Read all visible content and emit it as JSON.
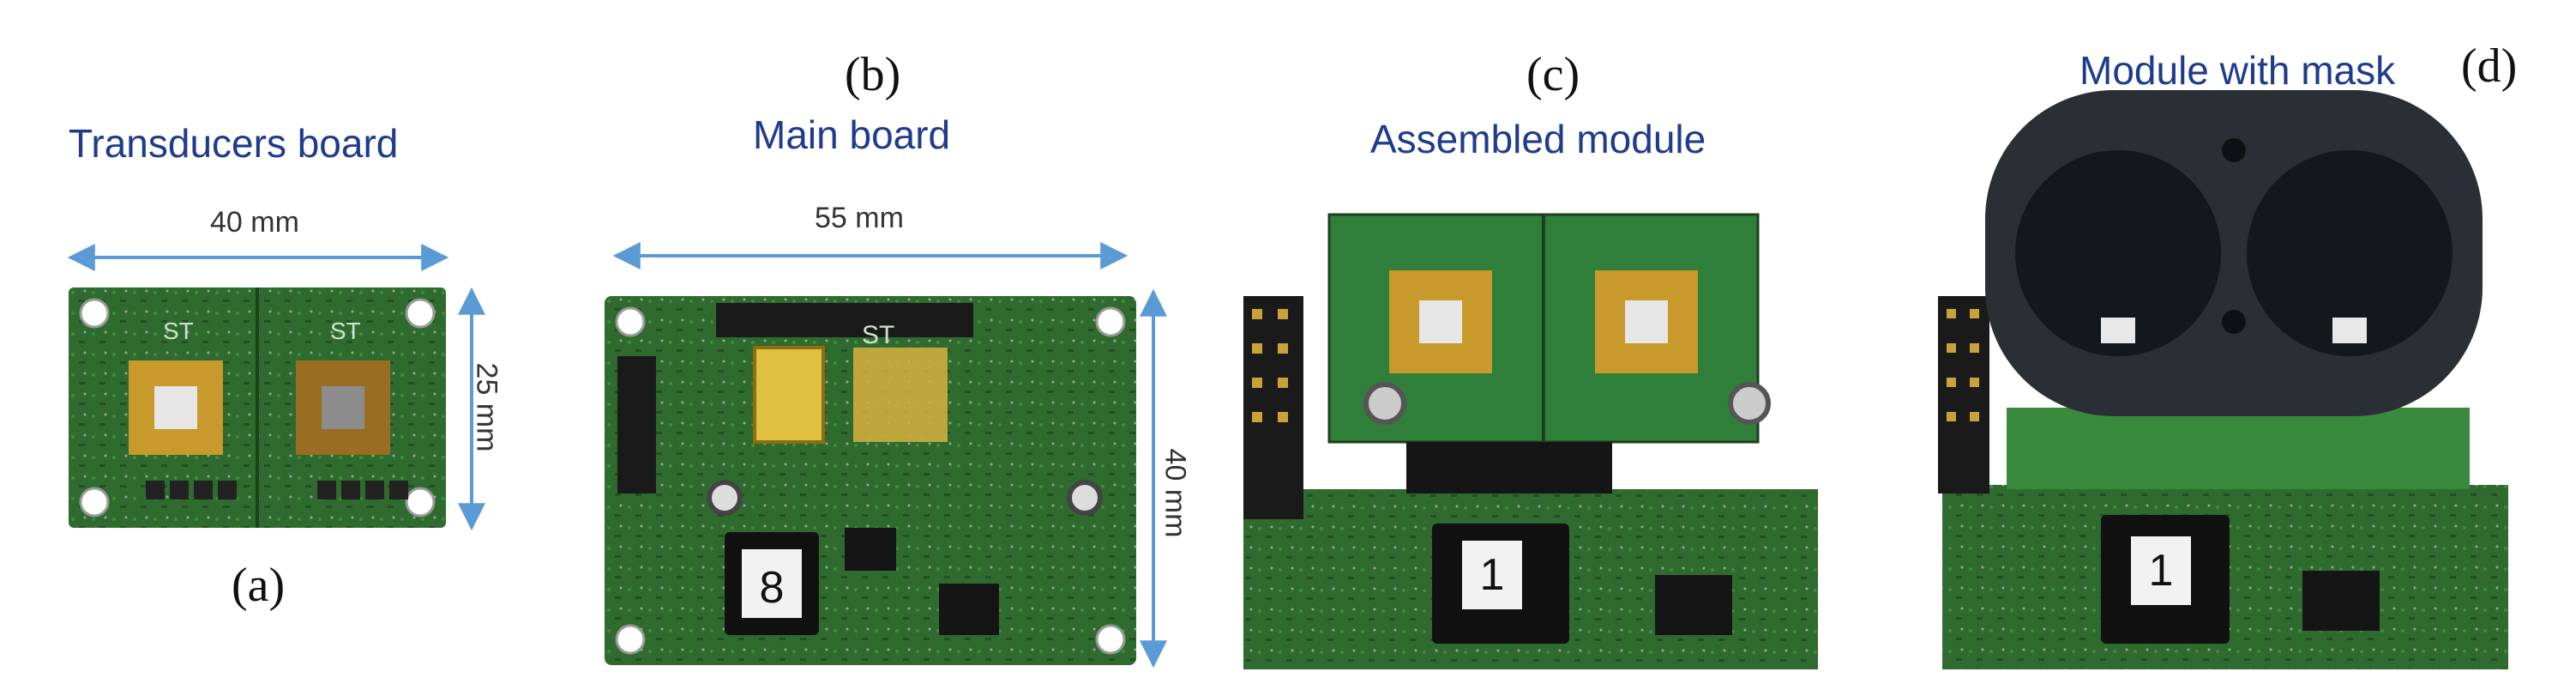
{
  "colors": {
    "title": "#1f3b8c",
    "arrow": "#5b9bd5",
    "pcb_green": "#2f6b2e",
    "pcb_dark": "#1c3f1c",
    "gold": "#c79a2b",
    "mask": "#2a2f35"
  },
  "panels": {
    "a": {
      "title": "Transducers board",
      "label": "(a)",
      "width_dim": "40 mm",
      "height_dim": "25 mm"
    },
    "b": {
      "title": "Main board",
      "label": "(b)",
      "width_dim": "55 mm",
      "height_dim": "40 mm",
      "chip_label": "8"
    },
    "c": {
      "title": "Assembled module",
      "label": "(c)",
      "chip_label": "1"
    },
    "d": {
      "title": "Module with mask",
      "label": "(d)",
      "chip_label": "1"
    }
  }
}
